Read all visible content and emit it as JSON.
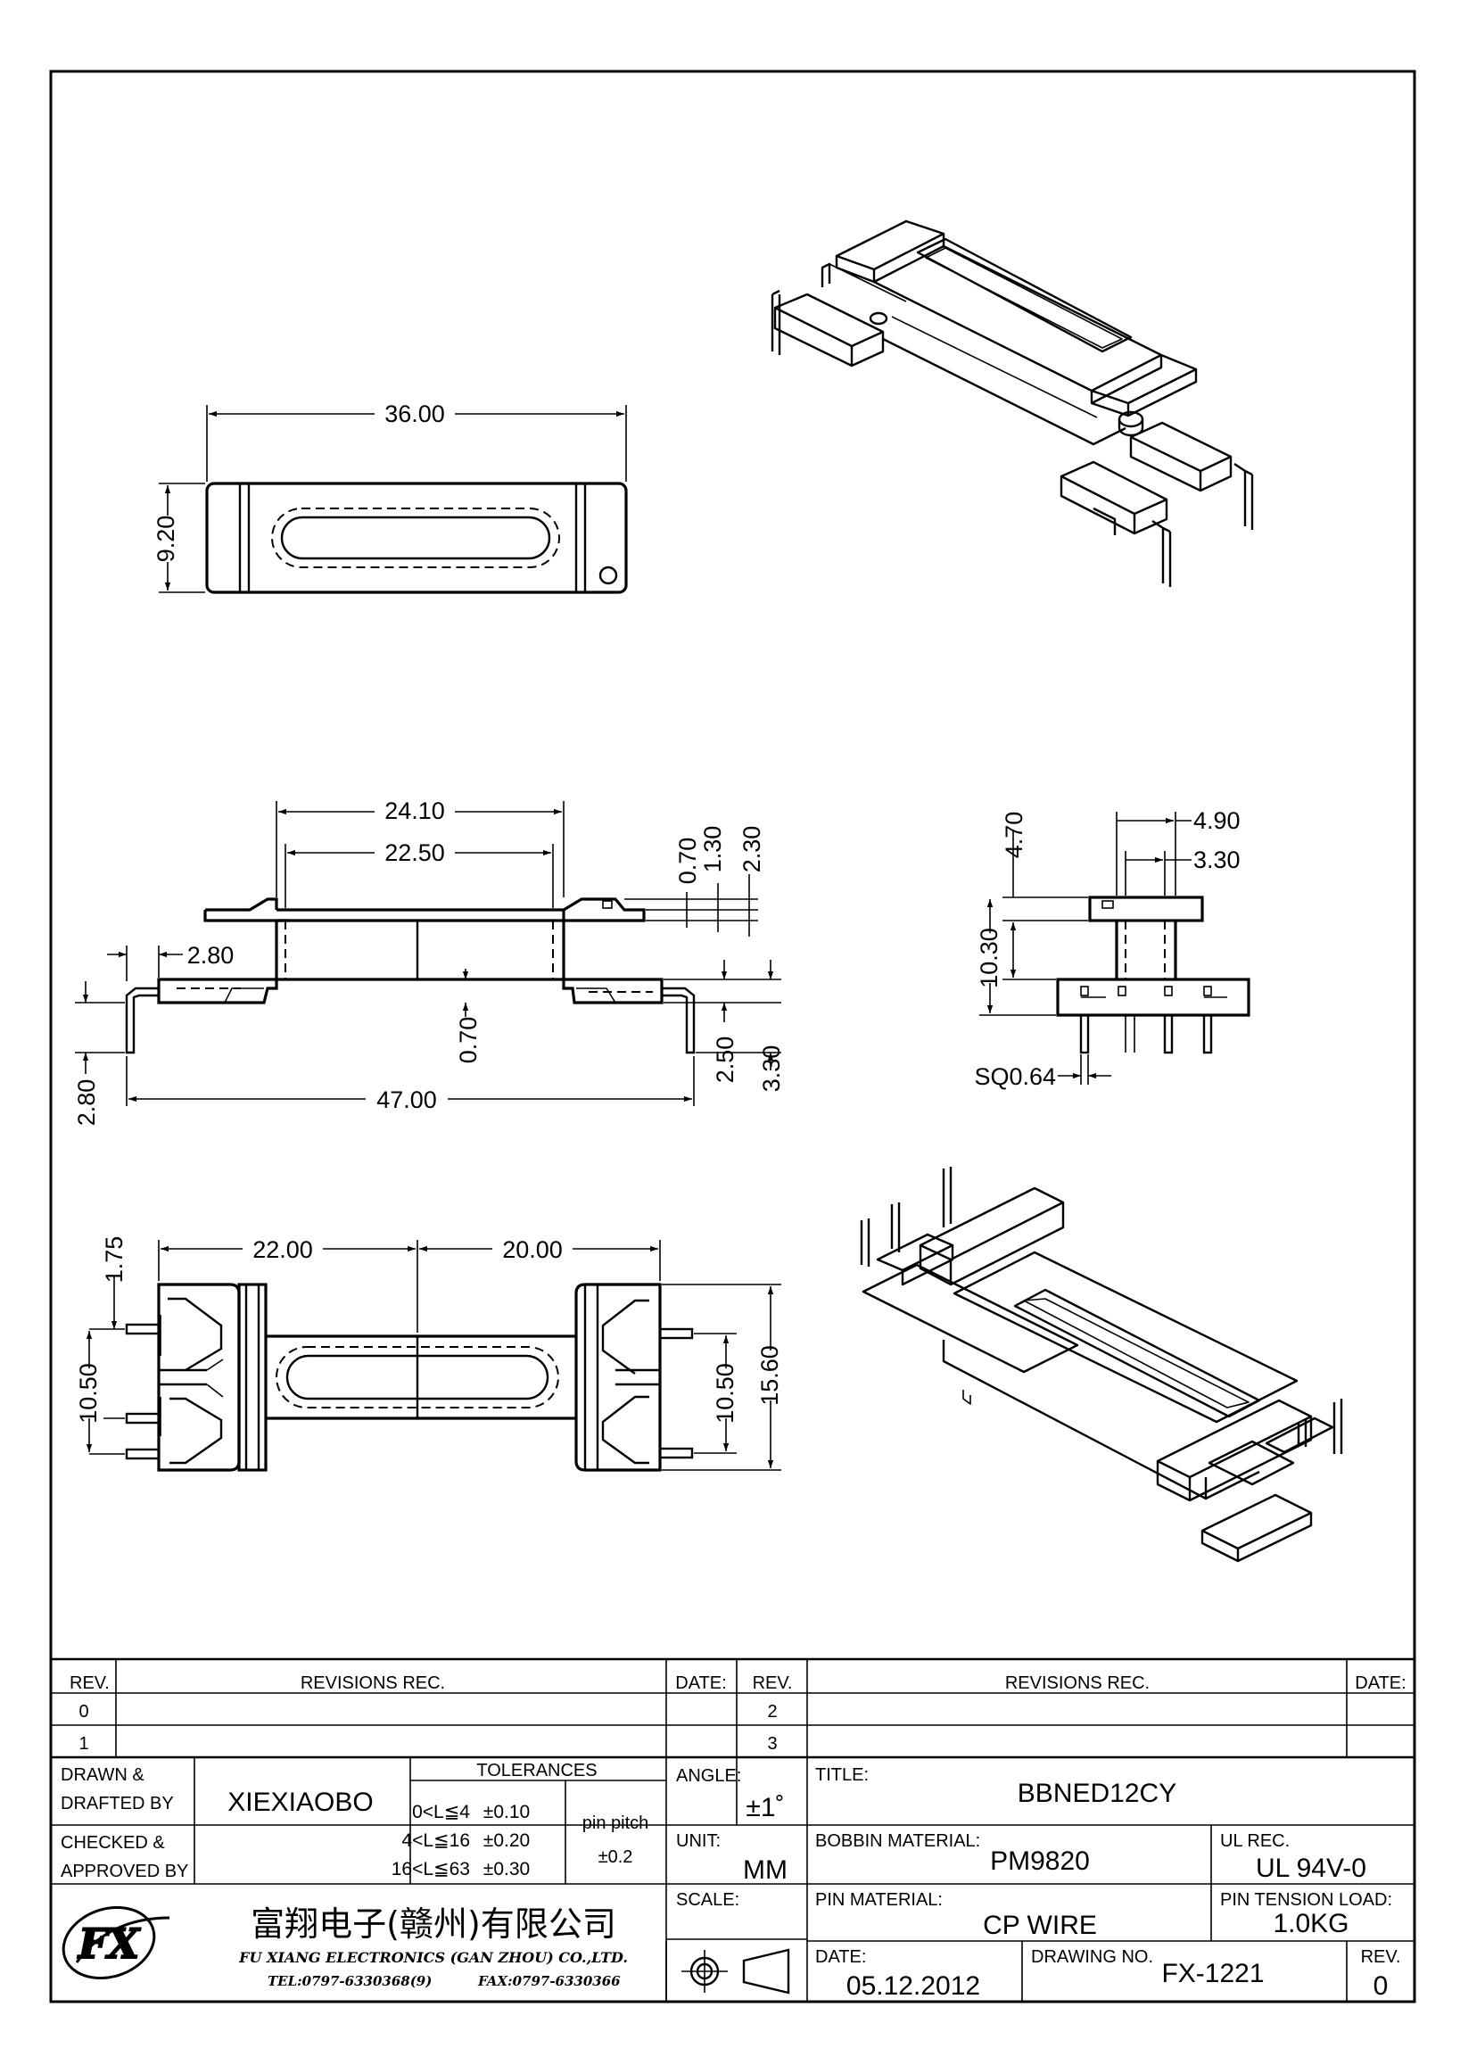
{
  "dimensions": {
    "top_view": {
      "length": "36.00",
      "width": "9.20"
    },
    "front_view": {
      "a": "24.10",
      "b": "22.50",
      "c": "0.70",
      "d": "1.30",
      "e": "2.30",
      "f": "2.80",
      "g": "0.70",
      "h": "2.80",
      "i": "47.00",
      "j": "2.50",
      "k": "3.30"
    },
    "side_view": {
      "a": "4.70",
      "b": "4.90",
      "c": "3.30",
      "d": "10.30",
      "pin": "SQ0.64"
    },
    "bottom_view": {
      "a": "1.75",
      "b": "22.00",
      "c": "20.00",
      "d": "10.50",
      "e": "10.50",
      "f": "15.60"
    }
  },
  "title_block": {
    "revisions_left": {
      "rev_header": "REV.",
      "revisions_header": "REVISIONS   REC.",
      "date_header": "DATE:",
      "rows": [
        "0",
        "1"
      ]
    },
    "revisions_right": {
      "rev_header": "REV.",
      "revisions_header": "REVISIONS   REC.",
      "date_header": "DATE:",
      "rows": [
        "2",
        "3"
      ]
    },
    "drawn_label_1": "DRAWN  &",
    "drawn_label_2": "DRAFTED  BY",
    "drawn_value": "XIEXIAOBO",
    "checked_label_1": "CHECKED  &",
    "checked_label_2": "APPROVED  BY",
    "tolerances_header": "TOLERANCES",
    "tolerances": [
      {
        "range": "0<L≦4",
        "value": "±0.10"
      },
      {
        "range": "4<L≦16",
        "value": "±0.20"
      },
      {
        "range": "16<L≦63",
        "value": "±0.30"
      }
    ],
    "pin_pitch_label": "pin  pitch",
    "pin_pitch_value": "±0.2",
    "angle_label": "ANGLE:",
    "angle_value": "±1˚",
    "unit_label": "UNIT:",
    "unit_value": "MM",
    "scale_label": "SCALE:",
    "title_label": "TITLE:",
    "title_value": "BBNED12CY",
    "bobbin_material_label": "BOBBIN  MATERIAL:",
    "bobbin_material_value": "PM9820",
    "ul_rec_label": "UL  REC.",
    "ul_rec_value": "UL  94V-0",
    "pin_material_label": "PIN  MATERIAL:",
    "pin_material_value": "CP  WIRE",
    "pin_tension_label": "PIN  TENSION  LOAD:",
    "pin_tension_value": "1.0KG",
    "date_label": "DATE:",
    "date_value": "05.12.2012",
    "drawing_no_label": "DRAWING  NO.",
    "drawing_no_value": "FX-1221",
    "rev_label": "REV.",
    "rev_value": "0",
    "company_cn": "富翔电子(赣州)有限公司",
    "company_en": "FU XIANG ELECTRONICS (GAN ZHOU) CO.,LTD.",
    "tel": "TEL:0797-6330368(9)",
    "fax": "FAX:0797-6330366",
    "logo_text": "FX"
  }
}
